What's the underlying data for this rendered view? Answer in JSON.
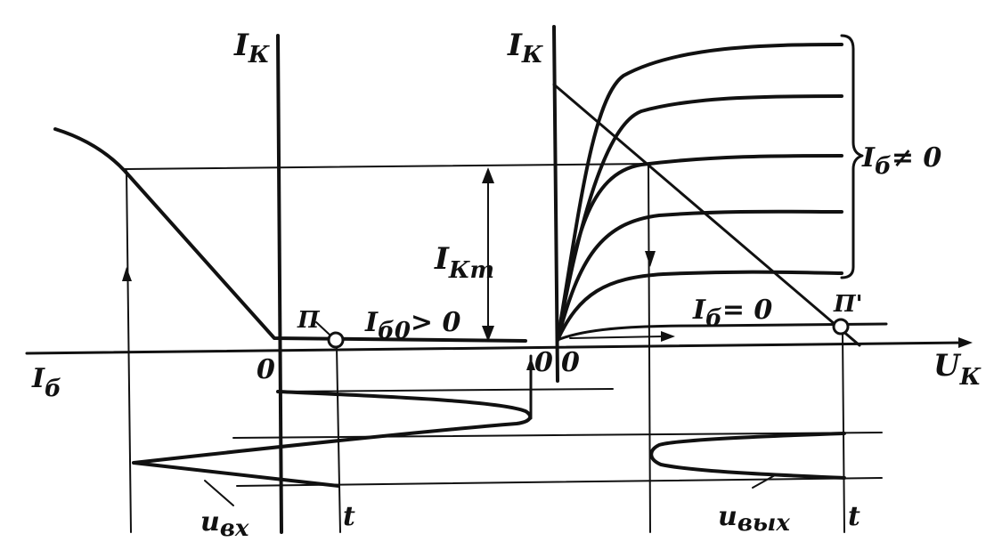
{
  "labels": {
    "ik_left": "I",
    "ik_left_sub": "К",
    "ik_right": "I",
    "ik_right_sub": "К",
    "ib_axis": "I",
    "ib_axis_sub": "б",
    "uk_axis": "U",
    "uk_axis_sub": "К",
    "origin_left": "0",
    "origin_mid": "0",
    "origin_right": "0",
    "ikm": "I",
    "ikm_sub": "Кm",
    "ib0_gt": "I",
    "ib0_gt_sub": "б0",
    "ib0_gt_rel": "> 0",
    "ib_eq": "I",
    "ib_eq_sub": "б",
    "ib_eq_rel": "= 0",
    "ib_ne": "I",
    "ib_ne_sub": "б",
    "ib_ne_rel": "≠ 0",
    "p_point": "П",
    "p_prime": "П'",
    "u_in": "u",
    "u_in_sub": "вх",
    "u_out": "u",
    "u_out_sub": "вых",
    "t_left": "t",
    "t_right": "t"
  },
  "colors": {
    "ink": "#111111",
    "paper": "#ffffff"
  }
}
